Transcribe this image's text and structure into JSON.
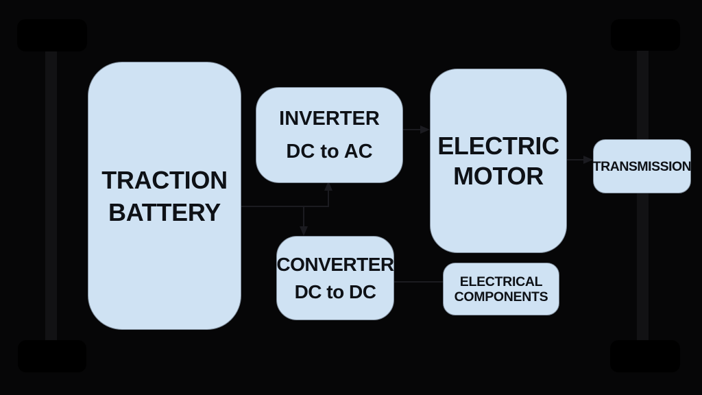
{
  "diagram": {
    "nodes": {
      "traction_battery": {
        "line1": "TRACTION",
        "line2": "BATTERY"
      },
      "inverter": {
        "line1": "INVERTER",
        "line2": "DC to AC"
      },
      "converter": {
        "line1": "CONVERTER",
        "line2": "DC to DC"
      },
      "electric_motor": {
        "line1": "ELECTRIC",
        "line2": "MOTOR"
      },
      "electrical_components": {
        "line1": "ELECTRICAL",
        "line2": "COMPONENTS"
      },
      "transmission": {
        "line1": "TRANSMISSION"
      }
    },
    "connections": [
      {
        "from": "TRACTION BATTERY",
        "to": "INVERTER DC to AC",
        "arrow": true,
        "direction": "up"
      },
      {
        "from": "TRACTION BATTERY",
        "to": "CONVERTER DC to DC",
        "arrow": true,
        "direction": "down"
      },
      {
        "from": "INVERTER DC to AC",
        "to": "ELECTRIC MOTOR",
        "arrow": true,
        "direction": "right"
      },
      {
        "from": "ELECTRIC MOTOR",
        "to": "TRANSMISSION",
        "arrow": true,
        "direction": "right"
      },
      {
        "from": "CONVERTER DC to DC",
        "to": "ELECTRICAL COMPONENTS",
        "arrow": false,
        "direction": "right"
      }
    ],
    "chassis": {
      "wheels": 4,
      "axles": 2
    },
    "colors": {
      "background": "#060607",
      "node_fill": "#cfe2f3",
      "node_border": "#7d8a98",
      "node_text": "#0e1116",
      "wheel": "#000000",
      "axle": "#121214",
      "connector": "#1b1b20"
    }
  }
}
